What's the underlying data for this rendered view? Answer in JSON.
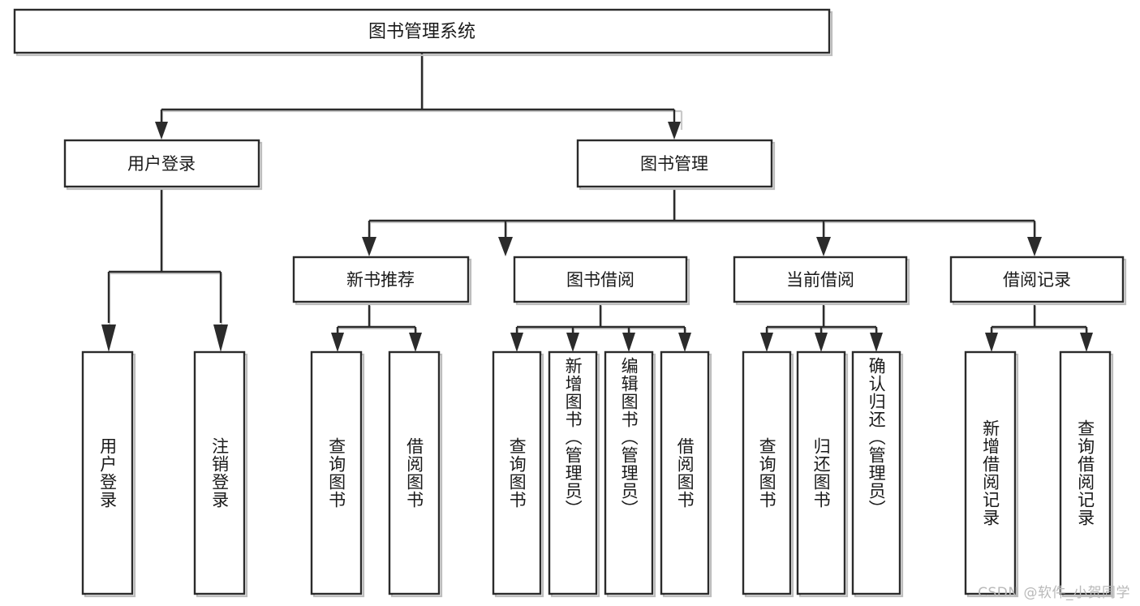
{
  "diagram": {
    "title": "图书管理系统",
    "type": "tree",
    "watermark": "CSDN @软件_小贺同学",
    "colors": {
      "box_stroke": "#2b2b2b",
      "box_fill": "#ffffff",
      "connector": "#2b2b2b",
      "text": "#1a1a1a",
      "watermark": "#b9b9b9",
      "background": "#ffffff"
    },
    "levels": {
      "root": "图书管理系统",
      "level2": [
        "用户登录",
        "图书管理"
      ],
      "level3": [
        "新书推荐",
        "图书借阅",
        "当前借阅",
        "借阅记录"
      ]
    },
    "nodes": {
      "root": {
        "label": "图书管理系统",
        "orientation": "horizontal"
      },
      "user_login": {
        "label": "用户登录",
        "orientation": "horizontal"
      },
      "book_manage": {
        "label": "图书管理",
        "orientation": "horizontal"
      },
      "new_book_rec": {
        "label": "新书推荐",
        "orientation": "horizontal"
      },
      "book_borrow": {
        "label": "图书借阅",
        "orientation": "horizontal"
      },
      "current_borrow": {
        "label": "当前借阅",
        "orientation": "horizontal"
      },
      "borrow_record": {
        "label": "借阅记录",
        "orientation": "horizontal"
      },
      "leaf_user_login": {
        "label": "用户登录",
        "orientation": "vertical"
      },
      "leaf_logout": {
        "label": "注销登录",
        "orientation": "vertical"
      },
      "leaf_query_book_1": {
        "label": "查询图书",
        "orientation": "vertical"
      },
      "leaf_borrow_book_1": {
        "label": "借阅图书",
        "orientation": "vertical"
      },
      "leaf_query_book_2": {
        "label": "查询图书",
        "orientation": "vertical"
      },
      "leaf_add_book": {
        "label": "新增图书（管理员）",
        "orientation": "vertical"
      },
      "leaf_edit_book": {
        "label": "编辑图书（管理员）",
        "orientation": "vertical"
      },
      "leaf_borrow_book_2": {
        "label": "借阅图书",
        "orientation": "vertical"
      },
      "leaf_query_book_3": {
        "label": "查询图书",
        "orientation": "vertical"
      },
      "leaf_return_book": {
        "label": "归还图书",
        "orientation": "vertical"
      },
      "leaf_confirm_return": {
        "label": "确认归还（管理员）",
        "orientation": "vertical"
      },
      "leaf_add_record": {
        "label": "新增借阅记录",
        "orientation": "vertical"
      },
      "leaf_query_record": {
        "label": "查询借阅记录",
        "orientation": "vertical"
      }
    },
    "edges": [
      {
        "from": "root",
        "to": "user_login"
      },
      {
        "from": "root",
        "to": "book_manage"
      },
      {
        "from": "user_login",
        "to": "leaf_user_login"
      },
      {
        "from": "user_login",
        "to": "leaf_logout"
      },
      {
        "from": "book_manage",
        "to": "new_book_rec"
      },
      {
        "from": "book_manage",
        "to": "book_borrow"
      },
      {
        "from": "book_manage",
        "to": "current_borrow"
      },
      {
        "from": "book_manage",
        "to": "borrow_record"
      },
      {
        "from": "new_book_rec",
        "to": "leaf_query_book_1"
      },
      {
        "from": "new_book_rec",
        "to": "leaf_borrow_book_1"
      },
      {
        "from": "book_borrow",
        "to": "leaf_query_book_2"
      },
      {
        "from": "book_borrow",
        "to": "leaf_add_book"
      },
      {
        "from": "book_borrow",
        "to": "leaf_edit_book"
      },
      {
        "from": "book_borrow",
        "to": "leaf_borrow_book_2"
      },
      {
        "from": "current_borrow",
        "to": "leaf_query_book_3"
      },
      {
        "from": "current_borrow",
        "to": "leaf_return_book"
      },
      {
        "from": "current_borrow",
        "to": "leaf_confirm_return"
      },
      {
        "from": "borrow_record",
        "to": "leaf_add_record"
      },
      {
        "from": "borrow_record",
        "to": "leaf_query_record"
      }
    ]
  }
}
